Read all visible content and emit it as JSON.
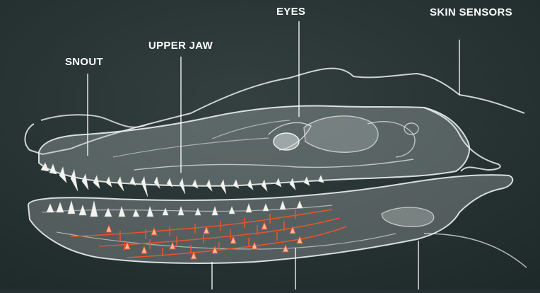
{
  "labels": {
    "snout": "SNOUT",
    "upper_jaw": "UPPER JAW",
    "eyes": "EYES",
    "skin_sensors": "SKIN SENSORS"
  },
  "colors": {
    "background": "#243032",
    "outline": "#e9eeee",
    "bone_fill": "#9aa3a3",
    "teeth": "#f4f4ef",
    "nerves": "#e4552f"
  }
}
